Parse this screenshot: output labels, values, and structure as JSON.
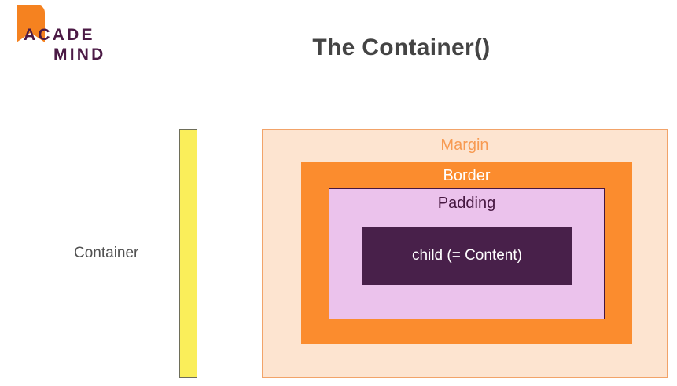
{
  "logo": {
    "line1": "ACADE",
    "line2": "MIND",
    "mark_color": "#F58220",
    "text_color": "#4B1A45"
  },
  "header": {
    "title": "The Container()",
    "title_color": "#444444"
  },
  "diagram": {
    "container_label": "Container",
    "container_bar": {
      "fill": "#FAEE5A",
      "stroke": "#6E6E5A"
    },
    "boxes": {
      "margin": {
        "label": "Margin",
        "fill": "#FDE4D0",
        "stroke": "#F2A369",
        "label_color": "#F79A52"
      },
      "border": {
        "label": "Border",
        "fill": "#FB8C2E",
        "label_color": "#FFFFFF"
      },
      "padding": {
        "label": "Padding",
        "fill": "#EBC2EC",
        "stroke": "#45173F",
        "label_color": "#451740"
      },
      "content": {
        "label": "child (= Content)",
        "fill": "#48204A",
        "label_color": "#FFFFFF"
      }
    }
  }
}
